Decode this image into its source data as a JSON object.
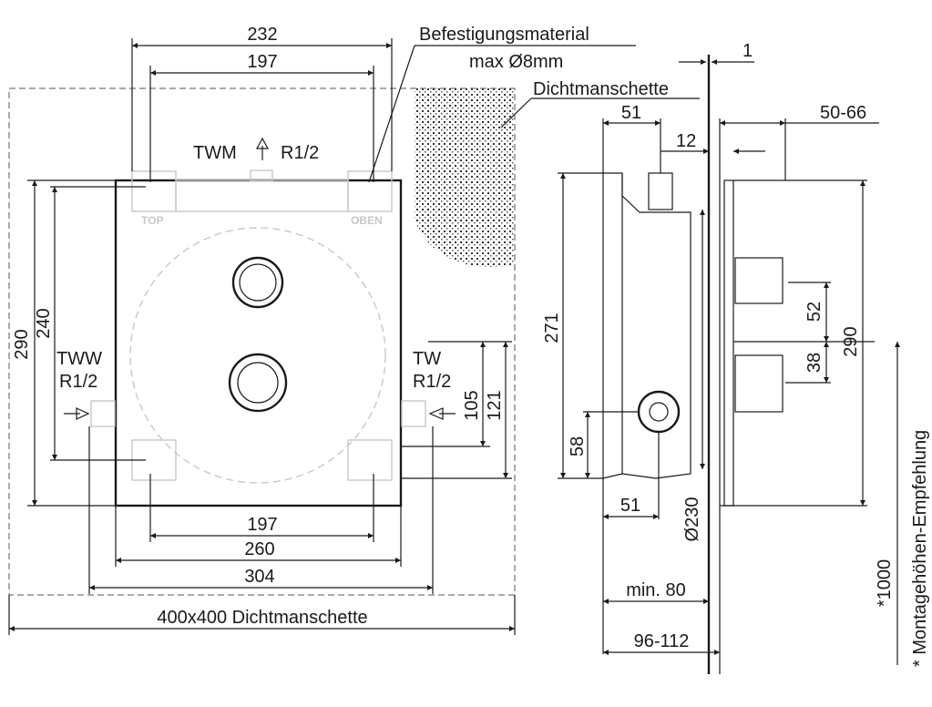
{
  "front_view": {
    "dim_top_outer": "232",
    "dim_top_inner": "197",
    "fixing_label": "Befestigungsmaterial",
    "fixing_size": "max Ø8mm",
    "seal_label": "Dichtmanschette",
    "twm_label": "TWM",
    "twm_thread": "R1/2",
    "tww_label": "TWW",
    "tww_thread": "R1/2",
    "tw_label": "TW",
    "tw_thread": "R1/2",
    "top_label": "TOP",
    "oben_label": "OBEN",
    "dim_height_outer": "290",
    "dim_height_inner": "240",
    "dim_right_105": "105",
    "dim_right_121": "121",
    "dim_bottom_197": "197",
    "dim_bottom_260": "260",
    "dim_bottom_304": "304",
    "seal_size": "400x400  Dichtmanschette"
  },
  "side_view": {
    "dim_1": "1",
    "dim_51_top": "51",
    "dim_12": "12",
    "dim_50_66": "50-66",
    "dim_271": "271",
    "dim_52": "52",
    "dim_38": "38",
    "dim_290": "290",
    "dim_58": "58",
    "dim_51_bottom": "51",
    "dim_230": "Ø230",
    "dim_min80": "min. 80",
    "dim_96_112": "96-112",
    "height_1000": "*1000",
    "height_note": "*  Montagehöhen-Empfehlung"
  }
}
